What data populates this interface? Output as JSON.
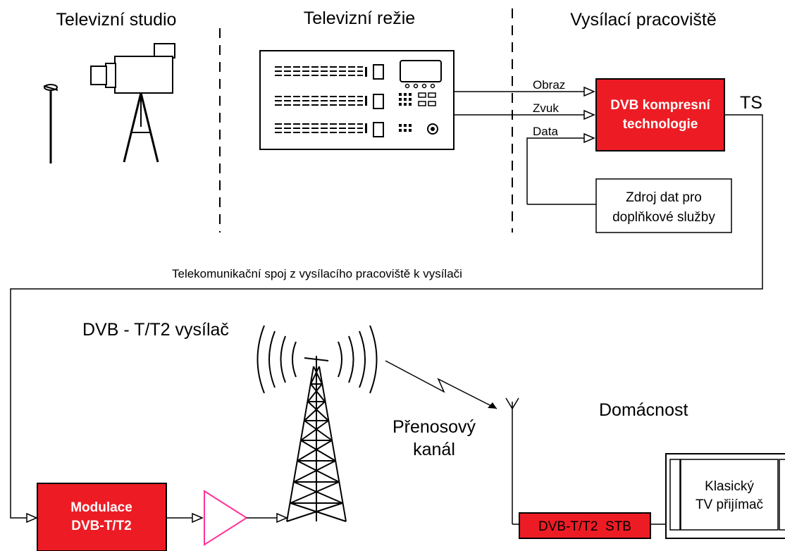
{
  "sections": {
    "studio": "Televizní studio",
    "control": "Televizní režie",
    "broadcast": "Vysílací pracoviště"
  },
  "signals": {
    "video": "Obraz",
    "audio": "Zvuk",
    "data": "Data",
    "ts": "TS"
  },
  "boxes": {
    "compression": [
      "DVB kompresní",
      "technologie"
    ],
    "data_source": [
      "Zdroj dat pro",
      "doplňkové služby"
    ],
    "modulation": [
      "Modulace",
      "DVB-T/T2"
    ],
    "stb": "DVB-T/T2  STB",
    "tv": [
      "Klasický",
      "TV přijímač"
    ]
  },
  "link_label": "Telekomunikační spoj z vysílacího pracoviště k vysílači",
  "transmitter_label": "DVB - T/T2 vysílač",
  "channel_label": [
    "Přenosový",
    "kanál"
  ],
  "household_label": "Domácnost",
  "colors": {
    "red_box": "#ed1c24",
    "amplifier": "#ff3399",
    "line": "#000000"
  }
}
